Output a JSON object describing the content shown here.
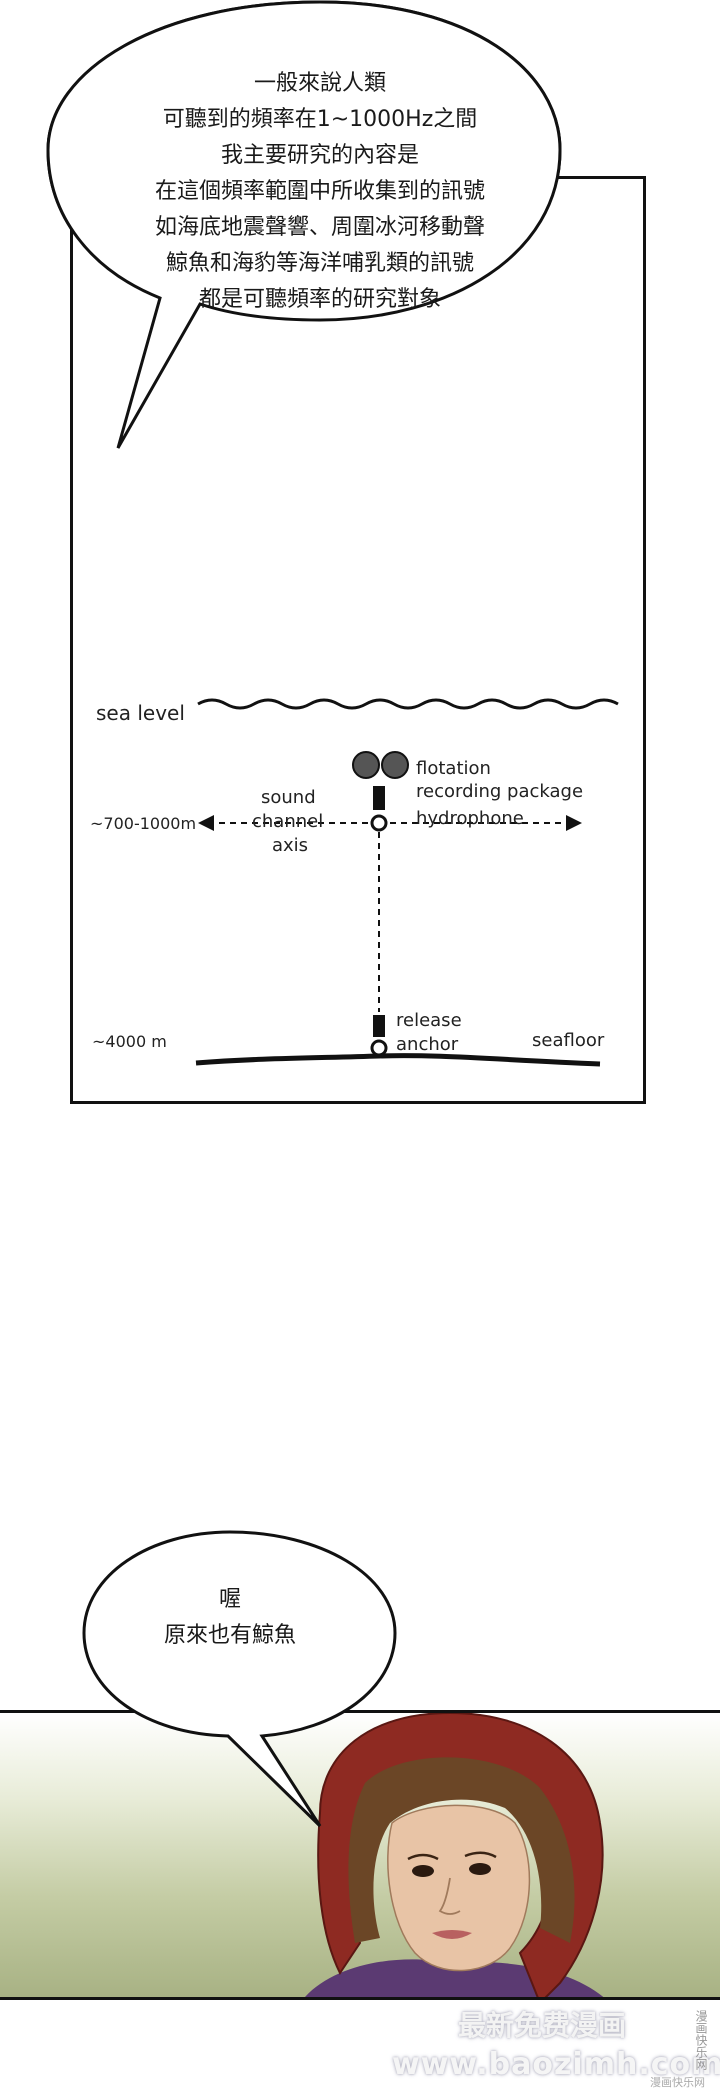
{
  "bubble_top": {
    "lines": [
      "一般來說人類",
      "可聽到的頻率在1~1000Hz之間",
      "我主要研究的內容是",
      "在這個頻率範圍中所收集到的訊號",
      "如海底地震聲響、周圍冰河移動聲",
      "鯨魚和海豹等海洋哺乳類的訊號",
      "都是可聽頻率的研究對象"
    ]
  },
  "diagram": {
    "sea_level": "sea level",
    "flotation": "flotation",
    "recording_package": "recording package",
    "hydrophone": "hydrophone",
    "sound": "sound",
    "channel": "channel",
    "axis": "axis",
    "depth_channel": "~700-1000m",
    "depth_floor": "~4000 m",
    "release": "release",
    "anchor": "anchor",
    "seafloor": "seafloor"
  },
  "bubble_bottom": {
    "lines": [
      "喔",
      "原來也有鯨魚"
    ]
  },
  "watermark": {
    "line1": "最新免费漫画",
    "line2": "www.baozimh.com",
    "vertical": "漫画快乐网",
    "corner": "漫画快乐网"
  }
}
